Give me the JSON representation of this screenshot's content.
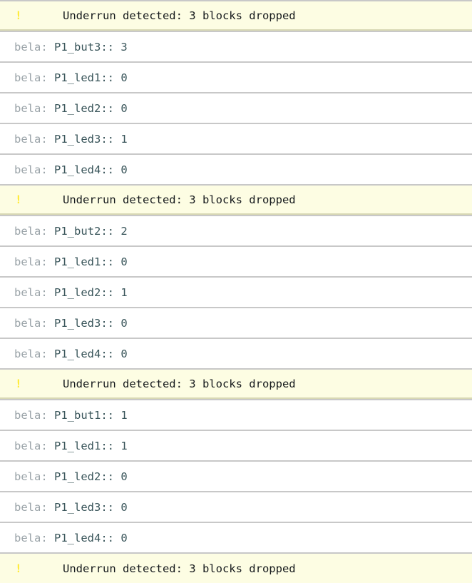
{
  "console": {
    "source_label": "bela:",
    "warning_icon": "exclamation-icon",
    "warning_icon_glyph": "!",
    "warning_text": "Underrun detected: 3 blocks dropped",
    "colors": {
      "warning_background": "#fdfde3",
      "warning_icon": "#ffec3d",
      "warning_text": "#15191c",
      "source_text": "#9aa3a8",
      "message_text": "#39555a",
      "row_separator": "#c8c8c8",
      "page_background": "#ffffff"
    },
    "rows": [
      {
        "type": "warning",
        "icon": "!",
        "text": "Underrun detected: 3 blocks dropped"
      },
      {
        "type": "message",
        "source": "bela:",
        "message": "P1_but3:: 3"
      },
      {
        "type": "message",
        "source": "bela:",
        "message": "P1_led1:: 0"
      },
      {
        "type": "message",
        "source": "bela:",
        "message": "P1_led2:: 0"
      },
      {
        "type": "message",
        "source": "bela:",
        "message": "P1_led3:: 1"
      },
      {
        "type": "message",
        "source": "bela:",
        "message": "P1_led4:: 0"
      },
      {
        "type": "warning",
        "icon": "!",
        "text": "Underrun detected: 3 blocks dropped"
      },
      {
        "type": "message",
        "source": "bela:",
        "message": "P1_but2:: 2"
      },
      {
        "type": "message",
        "source": "bela:",
        "message": "P1_led1:: 0"
      },
      {
        "type": "message",
        "source": "bela:",
        "message": "P1_led2:: 1"
      },
      {
        "type": "message",
        "source": "bela:",
        "message": "P1_led3:: 0"
      },
      {
        "type": "message",
        "source": "bela:",
        "message": "P1_led4:: 0"
      },
      {
        "type": "warning",
        "icon": "!",
        "text": "Underrun detected: 3 blocks dropped"
      },
      {
        "type": "message",
        "source": "bela:",
        "message": "P1_but1:: 1"
      },
      {
        "type": "message",
        "source": "bela:",
        "message": "P1_led1:: 1"
      },
      {
        "type": "message",
        "source": "bela:",
        "message": "P1_led2:: 0"
      },
      {
        "type": "message",
        "source": "bela:",
        "message": "P1_led3:: 0"
      },
      {
        "type": "message",
        "source": "bela:",
        "message": "P1_led4:: 0"
      },
      {
        "type": "warning",
        "icon": "!",
        "text": "Underrun detected: 3 blocks dropped"
      }
    ]
  }
}
